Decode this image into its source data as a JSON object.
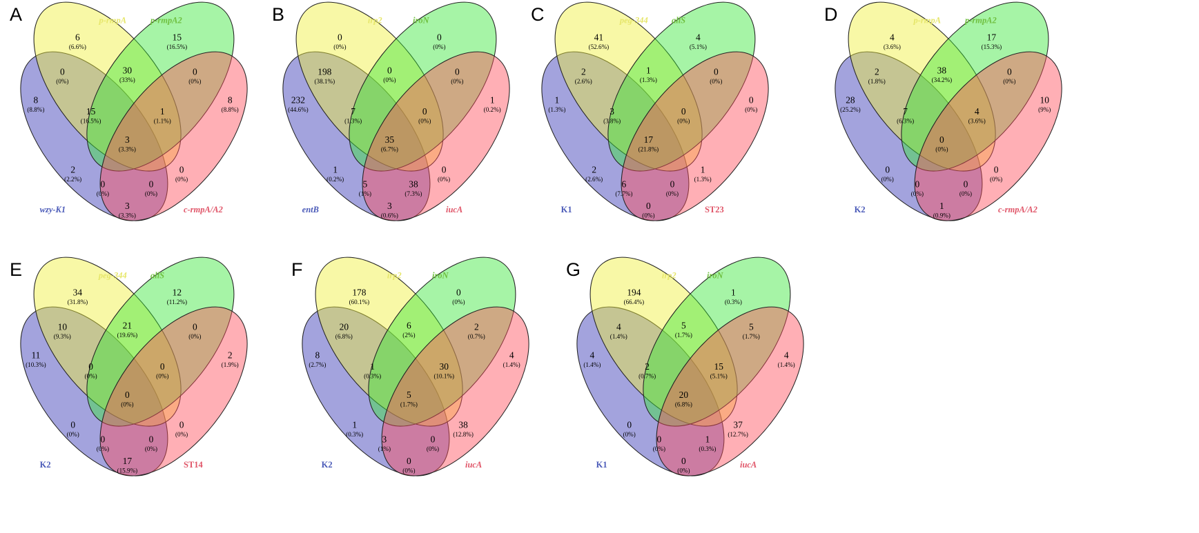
{
  "colors": [
    "#3333b3",
    "#f0f03a",
    "#39e639",
    "#ff4d5a"
  ],
  "label_colors": [
    "#4a5ab8",
    "#e6e66a",
    "#6fbf3f",
    "#e05568"
  ],
  "panels": [
    {
      "letter": "A",
      "sets": [
        "wzy-K1",
        "p-rmpA",
        "p-rmpA2",
        "c-rmpA/A2"
      ],
      "italic": [
        true,
        true,
        true,
        true
      ],
      "regions": {
        "1000": [
          "8",
          "(8.8%)"
        ],
        "0100": [
          "6",
          "(6.6%)"
        ],
        "0010": [
          "15",
          "(16.5%)"
        ],
        "0001": [
          "8",
          "(8.8%)"
        ],
        "1100": [
          "0",
          "(0%)"
        ],
        "0110": [
          "30",
          "(33%)"
        ],
        "0011": [
          "0",
          "(0%)"
        ],
        "1110": [
          "15",
          "(16.5%)"
        ],
        "0111": [
          "1",
          "(1.1%)"
        ],
        "1111": [
          "3",
          "(3.3%)"
        ],
        "1010": [
          "2",
          "(2.2%)"
        ],
        "0101": [
          "0",
          "(0%)"
        ],
        "1011": [
          "0",
          "(0%)"
        ],
        "1101": [
          "0",
          "(0%)"
        ],
        "1001": [
          "3",
          "(3.3%)"
        ]
      }
    },
    {
      "letter": "B",
      "sets": [
        "entB",
        "irp2",
        "iroN",
        "iucA"
      ],
      "italic": [
        true,
        true,
        true,
        true
      ],
      "regions": {
        "1000": [
          "232",
          "(44.6%)"
        ],
        "0100": [
          "0",
          "(0%)"
        ],
        "0010": [
          "0",
          "(0%)"
        ],
        "0001": [
          "1",
          "(0.2%)"
        ],
        "1100": [
          "198",
          "(38.1%)"
        ],
        "0110": [
          "0",
          "(0%)"
        ],
        "0011": [
          "0",
          "(0%)"
        ],
        "1110": [
          "7",
          "(1.3%)"
        ],
        "0111": [
          "0",
          "(0%)"
        ],
        "1111": [
          "35",
          "(6.7%)"
        ],
        "1010": [
          "1",
          "(0.2%)"
        ],
        "0101": [
          "0",
          "(0%)"
        ],
        "1011": [
          "5",
          "(1%)"
        ],
        "1101": [
          "38",
          "(7.3%)"
        ],
        "1001": [
          "3",
          "(0.6%)"
        ]
      }
    },
    {
      "letter": "C",
      "sets": [
        "K1",
        "peg-344",
        "allS",
        "ST23"
      ],
      "italic": [
        false,
        true,
        true,
        false
      ],
      "regions": {
        "1000": [
          "1",
          "(1.3%)"
        ],
        "0100": [
          "41",
          "(52.6%)"
        ],
        "0010": [
          "4",
          "(5.1%)"
        ],
        "0001": [
          "0",
          "(0%)"
        ],
        "1100": [
          "2",
          "(2.6%)"
        ],
        "0110": [
          "1",
          "(1.3%)"
        ],
        "0011": [
          "0",
          "(0%)"
        ],
        "1110": [
          "3",
          "(3.8%)"
        ],
        "0111": [
          "0",
          "(0%)"
        ],
        "1111": [
          "17",
          "(21.8%)"
        ],
        "1010": [
          "2",
          "(2.6%)"
        ],
        "0101": [
          "1",
          "(1.3%)"
        ],
        "1011": [
          "6",
          "(7.7%)"
        ],
        "1101": [
          "0",
          "(0%)"
        ],
        "1001": [
          "0",
          "(0%)"
        ]
      }
    },
    {
      "letter": "D",
      "sets": [
        "K2",
        "p-rmpA",
        "p-rmpA2",
        "c-rmpA/A2"
      ],
      "italic": [
        false,
        true,
        true,
        true
      ],
      "regions": {
        "1000": [
          "28",
          "(25.2%)"
        ],
        "0100": [
          "4",
          "(3.6%)"
        ],
        "0010": [
          "17",
          "(15.3%)"
        ],
        "0001": [
          "10",
          "(9%)"
        ],
        "1100": [
          "2",
          "(1.8%)"
        ],
        "0110": [
          "38",
          "(34.2%)"
        ],
        "0011": [
          "0",
          "(0%)"
        ],
        "1110": [
          "7",
          "(6.3%)"
        ],
        "0111": [
          "4",
          "(3.6%)"
        ],
        "1111": [
          "0",
          "(0%)"
        ],
        "1010": [
          "0",
          "(0%)"
        ],
        "0101": [
          "0",
          "(0%)"
        ],
        "1011": [
          "0",
          "(0%)"
        ],
        "1101": [
          "0",
          "(0%)"
        ],
        "1001": [
          "1",
          "(0.9%)"
        ]
      }
    },
    {
      "letter": "E",
      "sets": [
        "K2",
        "peg-344",
        "allS",
        "ST14"
      ],
      "italic": [
        false,
        true,
        true,
        false
      ],
      "regions": {
        "1000": [
          "11",
          "(10.3%)"
        ],
        "0100": [
          "34",
          "(31.8%)"
        ],
        "0010": [
          "12",
          "(11.2%)"
        ],
        "0001": [
          "2",
          "(1.9%)"
        ],
        "1100": [
          "10",
          "(9.3%)"
        ],
        "0110": [
          "21",
          "(19.6%)"
        ],
        "0011": [
          "0",
          "(0%)"
        ],
        "1110": [
          "0",
          "(0%)"
        ],
        "0111": [
          "0",
          "(0%)"
        ],
        "1111": [
          "0",
          "(0%)"
        ],
        "1010": [
          "0",
          "(0%)"
        ],
        "0101": [
          "0",
          "(0%)"
        ],
        "1011": [
          "0",
          "(0%)"
        ],
        "1101": [
          "0",
          "(0%)"
        ],
        "1001": [
          "17",
          "(15.9%)"
        ]
      }
    },
    {
      "letter": "F",
      "sets": [
        "K2",
        "irp2",
        "iroN",
        "iucA"
      ],
      "italic": [
        false,
        true,
        true,
        true
      ],
      "regions": {
        "1000": [
          "8",
          "(2.7%)"
        ],
        "0100": [
          "178",
          "(60.1%)"
        ],
        "0010": [
          "0",
          "(0%)"
        ],
        "0001": [
          "4",
          "(1.4%)"
        ],
        "1100": [
          "20",
          "(6.8%)"
        ],
        "0110": [
          "6",
          "(2%)"
        ],
        "0011": [
          "2",
          "(0.7%)"
        ],
        "1110": [
          "1",
          "(0.3%)"
        ],
        "0111": [
          "30",
          "(10.1%)"
        ],
        "1111": [
          "5",
          "(1.7%)"
        ],
        "1010": [
          "1",
          "(0.3%)"
        ],
        "0101": [
          "38",
          "(12.8%)"
        ],
        "1011": [
          "3",
          "(1%)"
        ],
        "1101": [
          "0",
          "(0%)"
        ],
        "1001": [
          "0",
          "(0%)"
        ]
      }
    },
    {
      "letter": "G",
      "sets": [
        "K1",
        "irp2",
        "iroN",
        "iucA"
      ],
      "italic": [
        false,
        true,
        true,
        true
      ],
      "regions": {
        "1000": [
          "4",
          "(1.4%)"
        ],
        "0100": [
          "194",
          "(66.4%)"
        ],
        "0010": [
          "1",
          "(0.3%)"
        ],
        "0001": [
          "4",
          "(1.4%)"
        ],
        "1100": [
          "4",
          "(1.4%)"
        ],
        "0110": [
          "5",
          "(1.7%)"
        ],
        "0011": [
          "5",
          "(1.7%)"
        ],
        "1110": [
          "2",
          "(0.7%)"
        ],
        "0111": [
          "15",
          "(5.1%)"
        ],
        "1111": [
          "20",
          "(6.8%)"
        ],
        "1010": [
          "0",
          "(0%)"
        ],
        "0101": [
          "37",
          "(12.7%)"
        ],
        "1011": [
          "0",
          "(0%)"
        ],
        "1101": [
          "1",
          "(0.3%)"
        ],
        "1001": [
          "0",
          "(0%)"
        ]
      }
    }
  ]
}
